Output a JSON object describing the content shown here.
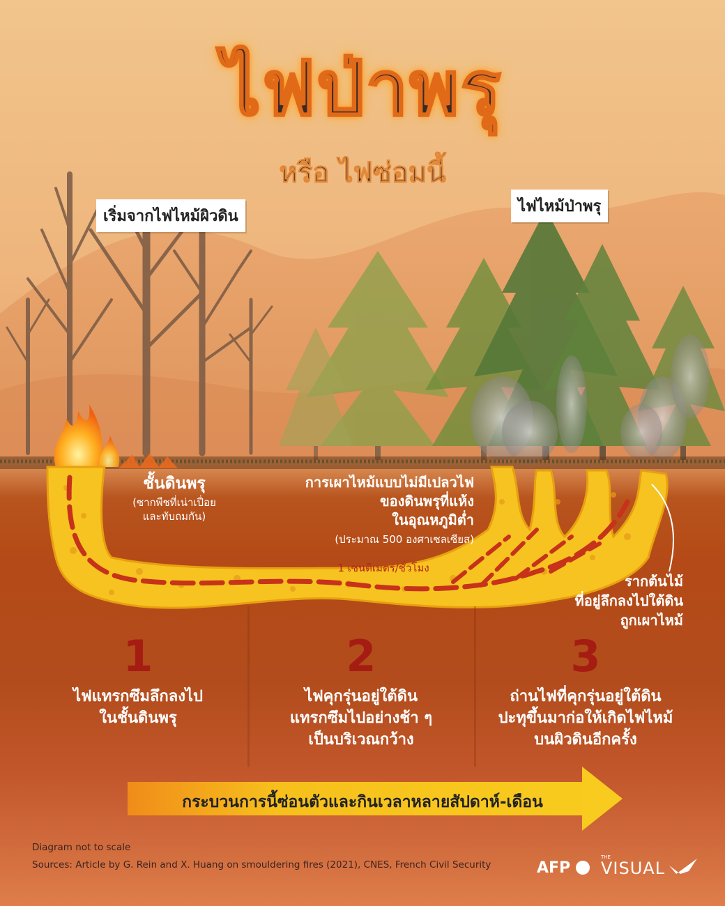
{
  "title": {
    "main": "ไฟป่าพรุ",
    "sub": "หรือ ไฟซ่อมนี้"
  },
  "labels": {
    "left_surface": "เริ่มจากไฟไหม้ผิวดิน",
    "right_forest": "ไฟไหม้ป่าพรุ"
  },
  "peat_layer": {
    "title": "ชั้นดินพรุ",
    "line1": "(ซากพืชที่เน่าเปื่อย",
    "line2": "และทับถมกัน)"
  },
  "smoulder": {
    "line1": "การเผาไหม้แบบไม่มีเปลวไฟ",
    "line2": "ของดินพรุที่แห้ง",
    "line3": "ในอุณหภูมิต่ำ",
    "line4": "(ประมาณ 500 องศาเซลเซียส)"
  },
  "speed": "1 เซนติเมตร/ชั่วโมง",
  "roots": {
    "line1": "รากต้นไม้",
    "line2": "ที่อยู่ลึกลงไปใต้ดิน",
    "line3": "ถูกเผาไหม้"
  },
  "steps": [
    {
      "number": "1",
      "line1": "ไฟแทรกซึมลึกลงไป",
      "line2": "ในชั้นดินพรุ",
      "line3": ""
    },
    {
      "number": "2",
      "line1": "ไฟคุกรุ่นอยู่ใต้ดิน",
      "line2": "แทรกซึมไปอย่างช้า ๆ",
      "line3": "เป็นบริเวณกว้าง"
    },
    {
      "number": "3",
      "line1": "ถ่านไฟที่คุกรุ่นอยู่ใต้ดิน",
      "line2": "ปะทุขึ้นมาก่อให้เกิดไฟไหม้",
      "line3": "บนผิวดินอีกครั้ง"
    }
  ],
  "process_arrow": "กระบวนการนี้ซ่อนตัวและกินเวลาหลายสัปดาห์-เดือน",
  "footer": {
    "note": "Diagram not to scale",
    "sources": "Sources: Article by G. Rein and X. Huang on smouldering fires (2021), CNES, French Civil Security"
  },
  "logos": {
    "afp": "AFP",
    "visual_the": "THE",
    "visual": "VISUAL"
  },
  "colors": {
    "sky": "#eeb57c",
    "soil": "#b44a17",
    "peat_fire": "#f7c21a",
    "step_number": "#a51d12",
    "arrow": "#f6c61a"
  }
}
